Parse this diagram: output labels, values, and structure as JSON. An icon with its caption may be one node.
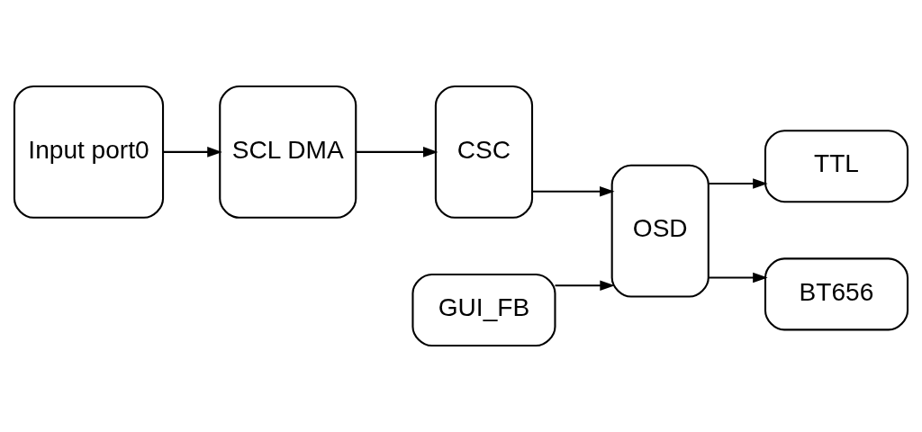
{
  "diagram": {
    "nodes": [
      {
        "text": [
          "Input port0"
        ]
      },
      {
        "text": [
          "SCL DMA"
        ]
      },
      {
        "text": [
          "CSC"
        ]
      },
      {
        "text": [
          "OSD"
        ]
      },
      {
        "text": [
          "TTL"
        ]
      },
      {
        "text": [
          "BT656"
        ]
      },
      {
        "text": [
          "GUI_FB"
        ]
      }
    ],
    "edges": [
      {
        "from": 0,
        "to": 1,
        "arrow": "to"
      },
      {
        "from": 1,
        "to": 2,
        "arrow": "to"
      },
      {
        "from": 2,
        "to": 3,
        "arrow": "to"
      },
      {
        "from": 3,
        "to": 4,
        "arrow": "to"
      },
      {
        "from": 3,
        "to": 5,
        "arrow": "to"
      },
      {
        "from": 6,
        "to": 3,
        "arrow": "to"
      }
    ]
  }
}
